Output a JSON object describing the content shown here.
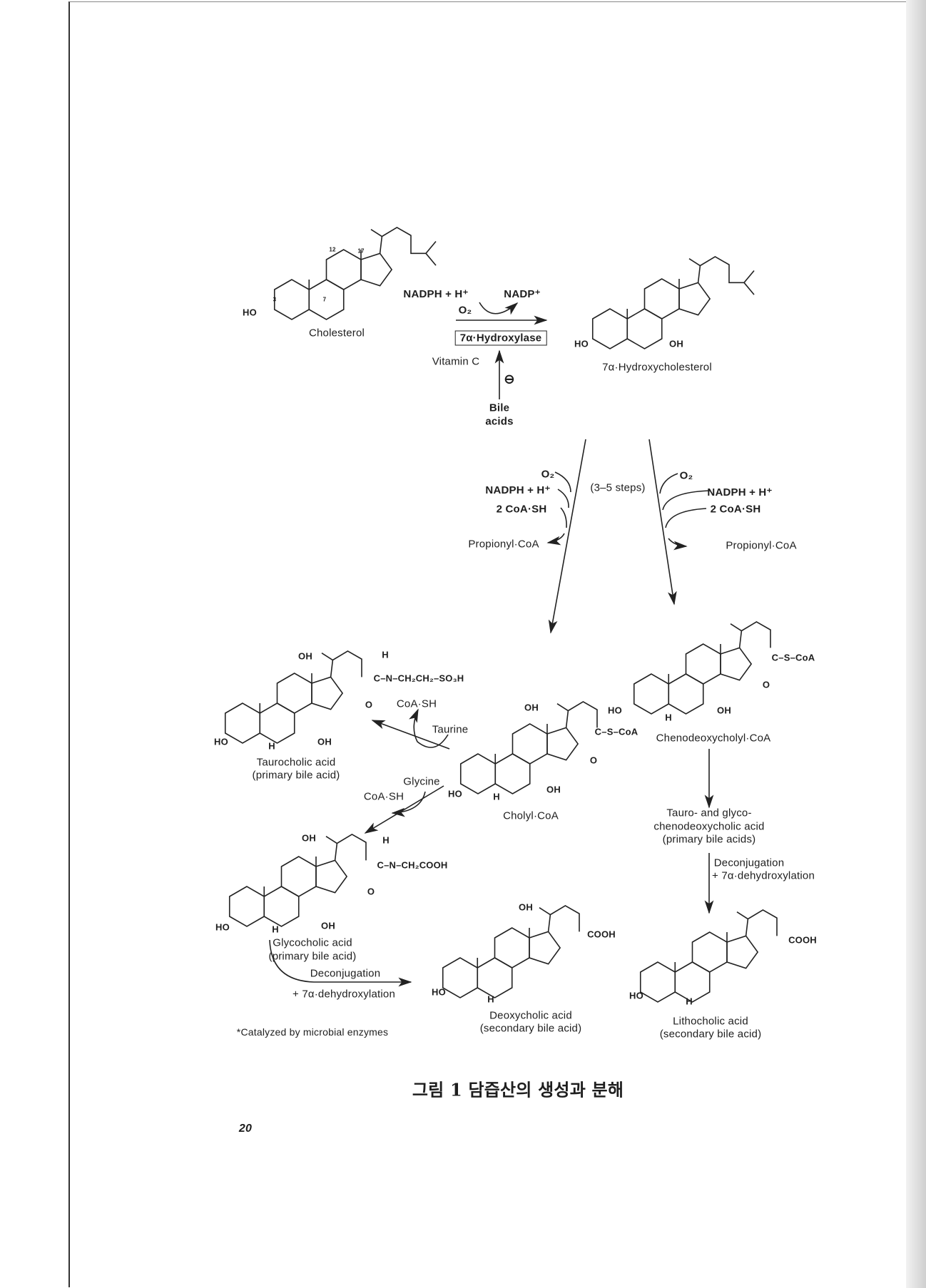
{
  "compounds": {
    "cholesterol": "Cholesterol",
    "hydroxycholesterol": "7α·Hydroxycholesterol",
    "cholyl_coa": "Cholyl·CoA",
    "chenodeoxycholyl_coa": "Chenodeoxycholyl·CoA",
    "taurocholic": [
      "Taurocholic acid",
      "(primary bile acid)"
    ],
    "glycocholic": [
      "Glycocholic acid",
      "(primary bile acid)"
    ],
    "deoxycholic": [
      "Deoxycholic acid",
      "(secondary bile acid)"
    ],
    "lithocholic": [
      "Lithocholic acid",
      "(secondary bile acid)"
    ],
    "tauro_glyco_cheno": [
      "Tauro- and glyco-",
      "chenodeoxycholic acid",
      "(primary bile acids)"
    ]
  },
  "groups": {
    "ho": "HO",
    "oh": "OH",
    "h": "H",
    "c_s_coa": "C–S–CoA",
    "o": "O",
    "cooh": "COOH",
    "tauro_amide": "C–N–CH₂CH₂–SO₃H",
    "glyco_amide": "C–N–CH₂COOH",
    "n_h": "H",
    "num3": "3",
    "num7": "7",
    "num12": "12",
    "num17": "17"
  },
  "reaction1": {
    "cofactor_in": "NADPH + H⁺",
    "cofactor_out": "NADP⁺",
    "oxygen": "O₂",
    "enzyme": "7α·Hydroxylase",
    "vitamin": "Vitamin C",
    "inhibition": "⊖",
    "inhibitor": [
      "Bile",
      "acids"
    ]
  },
  "reaction2": {
    "oxygen": "O₂",
    "nadph": "NADPH + H⁺",
    "coash": "2 CoA·SH",
    "product": "Propionyl·CoA",
    "steps": "(3–5 steps)"
  },
  "conjugation": {
    "taurine": "Taurine",
    "glycine": "Glycine",
    "coash": "CoA·SH"
  },
  "deconjugation": [
    "Deconjugation",
    "+ 7α·dehydroxylation"
  ],
  "footnote": "*Catalyzed by microbial enzymes",
  "caption": "그림 1  담즙산의 생성과 분해",
  "page_number": "20"
}
